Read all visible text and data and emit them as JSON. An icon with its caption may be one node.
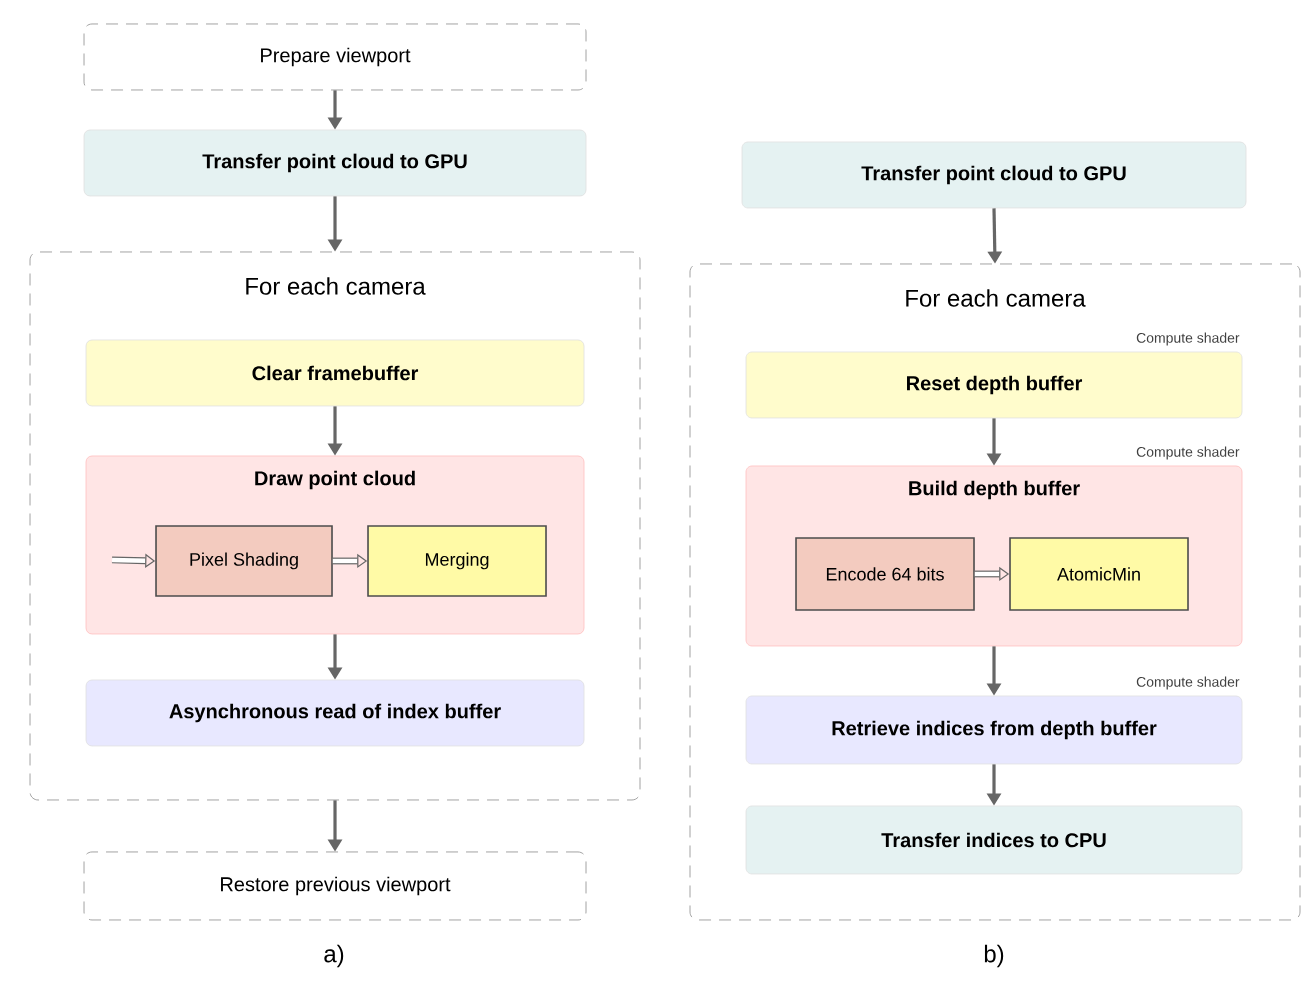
{
  "diagram": {
    "nodes": [
      {
        "text": [
          "Prepare viewport"
        ]
      },
      {
        "text": [
          "Transfer point cloud to GPU"
        ]
      },
      {
        "text": [
          "For each camera"
        ]
      },
      {
        "text": [
          "Clear framebuffer"
        ],
        "in": 2
      },
      {
        "text": [
          "Draw point cloud"
        ],
        "in": 2
      },
      {
        "text": [
          "Pixel Shading"
        ],
        "in": 4
      },
      {
        "text": [
          "Merging"
        ],
        "in": 4
      },
      {
        "text": [
          "Asynchronous read of index buffer"
        ],
        "in": 2
      },
      {
        "text": [
          "Restore previous viewport"
        ]
      },
      {
        "text": [
          "Transfer point cloud to GPU"
        ]
      },
      {
        "text": [
          "For each camera"
        ]
      },
      {
        "text": [
          "Reset depth buffer"
        ],
        "in": 10,
        "beside": [
          "Compute shader"
        ]
      },
      {
        "text": [
          "Build depth buffer"
        ],
        "in": 10,
        "beside": [
          "Compute shader"
        ]
      },
      {
        "text": [
          "Encode 64 bits"
        ],
        "in": 12
      },
      {
        "text": [
          "AtomicMin"
        ],
        "in": 12
      },
      {
        "text": [
          "Retrieve indices from depth buffer"
        ],
        "in": 10,
        "beside": [
          "Compute shader"
        ]
      },
      {
        "text": [
          "Transfer indices to CPU"
        ],
        "in": 10
      }
    ],
    "edges": [
      {
        "from": 0,
        "to": 1,
        "arrow": "to"
      },
      {
        "from": 1,
        "to": 2,
        "arrow": "to"
      },
      {
        "from": 3,
        "to": 4,
        "arrow": "to"
      },
      {
        "from": null,
        "to": 5,
        "arrow": "to",
        "style": "thick"
      },
      {
        "from": 5,
        "to": 6,
        "arrow": "to",
        "style": "thick"
      },
      {
        "from": 4,
        "to": 7,
        "arrow": "to"
      },
      {
        "from": 2,
        "to": 8,
        "arrow": "to"
      },
      {
        "from": 9,
        "to": 10,
        "arrow": "to"
      },
      {
        "from": 11,
        "to": 12,
        "arrow": "to"
      },
      {
        "from": 13,
        "to": 14,
        "arrow": "to",
        "style": "thick"
      },
      {
        "from": 12,
        "to": 15,
        "arrow": "to"
      },
      {
        "from": 15,
        "to": 16,
        "arrow": "to"
      }
    ],
    "labels": [
      "a)",
      "b)"
    ]
  }
}
